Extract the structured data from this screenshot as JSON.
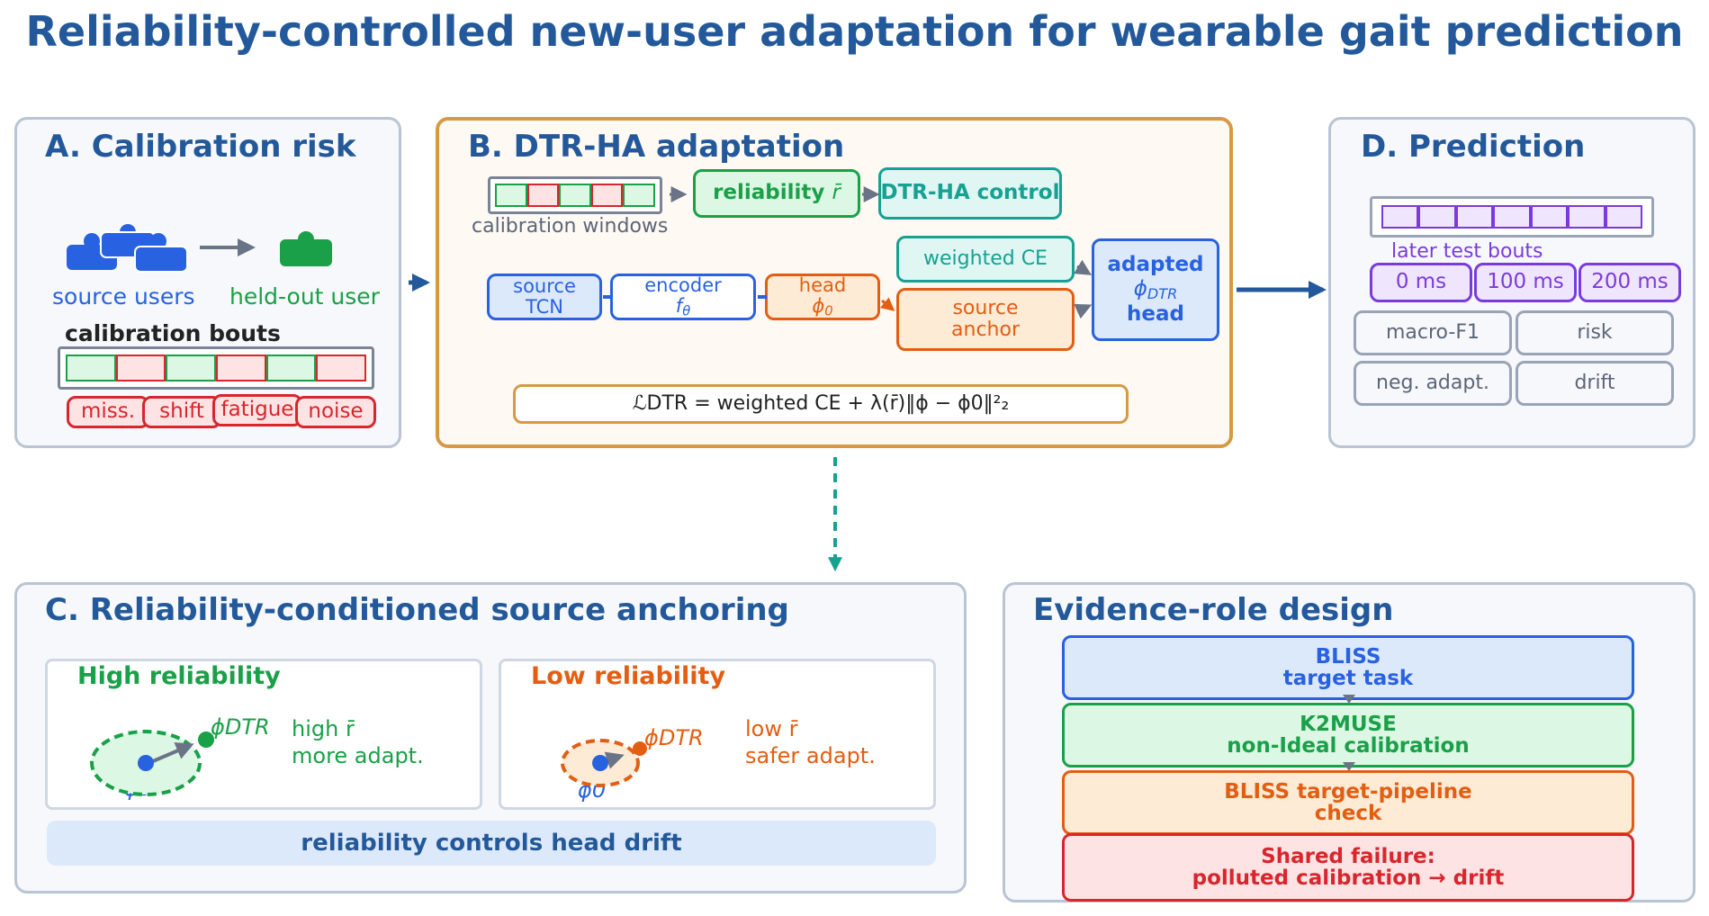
{
  "title": "Reliability-controlled new-user adaptation for wearable gait prediction",
  "panelA": {
    "title": "A. Calibration risk",
    "source_users": "source users",
    "heldout_user": "held-out user",
    "calib_bouts": "calibration bouts",
    "tags": [
      "miss.",
      "shift",
      "fatigue",
      "noise"
    ]
  },
  "panelB": {
    "title": "B. DTR-HA adaptation",
    "calib_windows": "calibration windows",
    "reliability": "reliability",
    "rbar": "r̄",
    "control": "DTR-HA control",
    "source_tcn": [
      "source",
      "TCN"
    ],
    "encoder": "encoder",
    "f_theta_base": "f",
    "f_theta_sub": "θ",
    "head": "head",
    "phi0_base": "ϕ",
    "phi0_sub": "0",
    "weighted_ce": "weighted CE",
    "source_anchor": [
      "source",
      "anchor"
    ],
    "adapted": "adapted",
    "phi_dtr_base": "ϕ",
    "phi_dtr_sub": "DTR",
    "head2": "head",
    "loss": "ℒDTR = weighted CE + λ(r̄)‖ϕ − ϕ0‖²₂"
  },
  "panelD": {
    "title": "D. Prediction",
    "later_test": "later test bouts",
    "delays": [
      "0 ms",
      "100 ms",
      "200 ms"
    ],
    "metrics": [
      "macro-F1",
      "risk",
      "neg. adapt.",
      "drift"
    ]
  },
  "panelC": {
    "title": "C. Reliability-conditioned source anchoring",
    "high": {
      "title": "High reliability",
      "line1": "high r̄",
      "line2": "more adapt.",
      "phi_dtr": "ϕDTR",
      "phi0": "ϕ0"
    },
    "low": {
      "title": "Low reliability",
      "line1": "low r̄",
      "line2": "safer adapt.",
      "phi_dtr": "ϕDTR",
      "phi0": "ϕ0"
    },
    "footer": "reliability controls head drift"
  },
  "panelE": {
    "title": "Evidence-role design",
    "boxes": [
      {
        "line1": "BLISS",
        "line2": "target task"
      },
      {
        "line1": "K2MUSE",
        "line2": "non-Ideal calibration"
      },
      {
        "line1": "BLISS target-pipeline",
        "line2": "check"
      },
      {
        "line1": "Shared failure:",
        "line2": "polluted calibration → drift"
      }
    ]
  },
  "colors": {
    "title": "#23599a",
    "green": "#1aa048",
    "teal": "#16a192",
    "blue": "#2962e0",
    "orange": "#e35e12",
    "red": "#d7262d",
    "purple": "#7b3bdc",
    "gold": "#d69a45"
  }
}
